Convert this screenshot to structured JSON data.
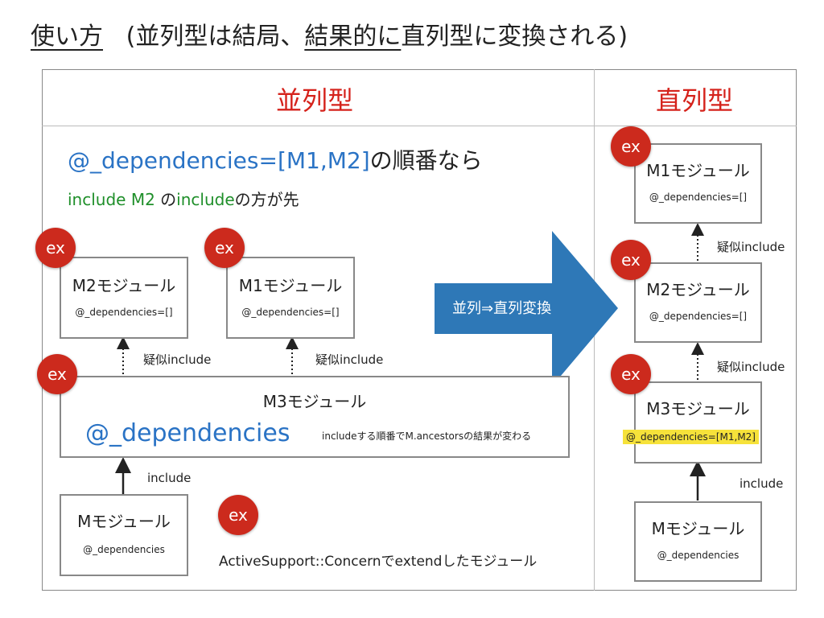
{
  "title": {
    "part1": "使い方",
    "part2": "(並列型は結局、",
    "part3": "結果的に",
    "part4": "直列型に変換される)"
  },
  "columns": {
    "left": "並列型",
    "right": "直列型"
  },
  "left": {
    "note_main": "@_dependencies=[M1,M2]",
    "note_suffix": "の順番なら",
    "note2_a": "include M2",
    "note2_b": "の",
    "note2_c": "include",
    "note2_d": "の方が先",
    "m2": {
      "name": "M2モジュール",
      "dep": "@_dependencies=[]"
    },
    "m1": {
      "name": "M1モジュール",
      "dep": "@_dependencies=[]"
    },
    "m3": {
      "name": "M3モジュール",
      "dep": "@_dependencies",
      "note": "includeする順番でM.ancestorsの結果が変わる"
    },
    "m": {
      "name": "Mモジュール",
      "dep": "@_dependencies"
    },
    "pseudo1": "疑似include",
    "pseudo2": "疑似include",
    "include": "include",
    "concern": "ActiveSupport::Concernでextendしたモジュール"
  },
  "arrow_label": "並列⇒直列変換",
  "right": {
    "m1": {
      "name": "M1モジュール",
      "dep": "@_dependencies=[]"
    },
    "m2": {
      "name": "M2モジュール",
      "dep": "@_dependencies=[]"
    },
    "m3": {
      "name": "M3モジュール",
      "dep": "@_dependencies=[M1,M2]"
    },
    "m": {
      "name": "Mモジュール",
      "dep": "@_dependencies"
    },
    "pseudo1": "疑似include",
    "pseudo2": "疑似include",
    "include": "include"
  },
  "ex_label": "ex",
  "colors": {
    "red": "#cc2a1d",
    "blue_arrow": "#2e78b7",
    "highlight": "#f6e23a",
    "blue_text": "#2a73c5",
    "green_text": "#1f8f2a"
  }
}
